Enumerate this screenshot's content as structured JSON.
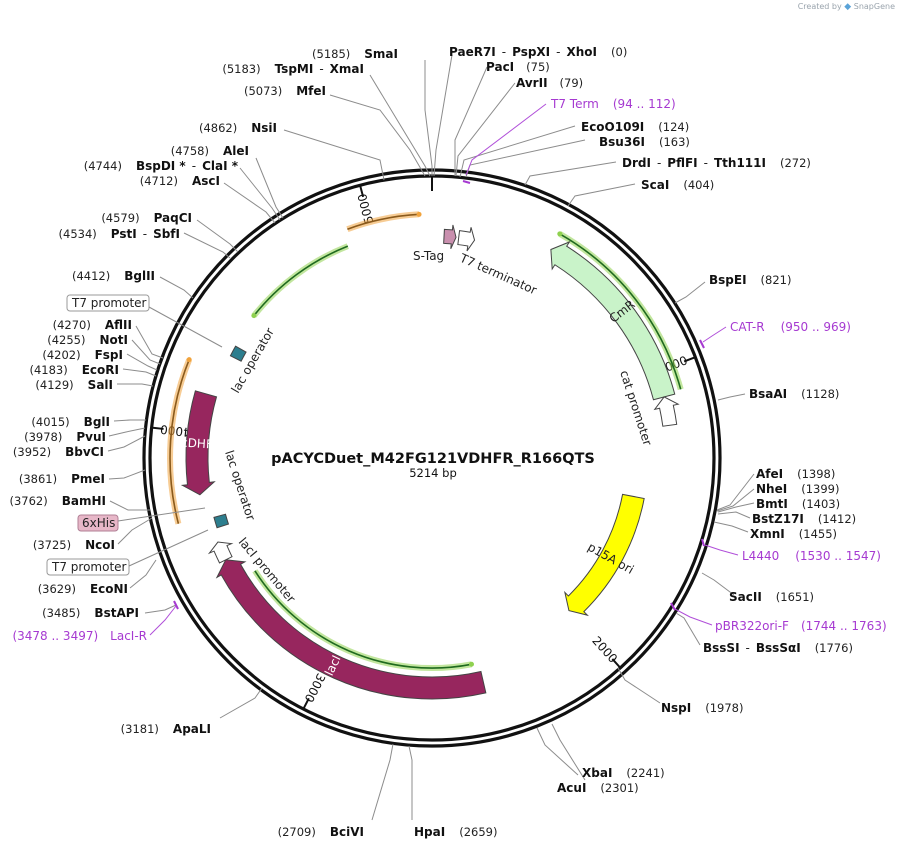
{
  "watermark": {
    "text": "Created by",
    "brand": "SnapGene"
  },
  "plasmid": {
    "name": "pACYCDuet_M42FG121VDHFR_R166QTS",
    "length_label": "5214 bp",
    "length": 5214
  },
  "ticks": [
    {
      "pos": 1000,
      "label": "1000"
    },
    {
      "pos": 2000,
      "label": "2000"
    },
    {
      "pos": 3000,
      "label": "3000"
    },
    {
      "pos": 4000,
      "label": "4000"
    },
    {
      "pos": 5000,
      "label": "5000"
    }
  ],
  "sites": [
    {
      "name": "PaeR7I",
      "pos": 0
    },
    {
      "name": "PspXI",
      "pos": 0
    },
    {
      "name": "XhoI",
      "pos": 0,
      "pos_label": "(0)"
    },
    {
      "name": "PacI",
      "pos": 75,
      "pos_label": "(75)"
    },
    {
      "name": "AvrII",
      "pos": 79,
      "pos_label": "(79)"
    },
    {
      "name": "EcoO109I",
      "pos": 124,
      "pos_label": "(124)"
    },
    {
      "name": "Bsu36I",
      "pos": 163,
      "pos_label": "(163)"
    },
    {
      "name": "DrdI",
      "pos": 272
    },
    {
      "name": "PflFI",
      "pos": 272
    },
    {
      "name": "Tth111I",
      "pos": 272,
      "pos_label": "(272)"
    },
    {
      "name": "ScaI",
      "pos": 404,
      "pos_label": "(404)"
    },
    {
      "name": "BspEI",
      "pos": 821,
      "pos_label": "(821)"
    },
    {
      "name": "BsaAI",
      "pos": 1128,
      "pos_label": "(1128)"
    },
    {
      "name": "AfeI",
      "pos": 1398,
      "pos_label": "(1398)"
    },
    {
      "name": "NheI",
      "pos": 1399,
      "pos_label": "(1399)"
    },
    {
      "name": "BmtI",
      "pos": 1403,
      "pos_label": "(1403)"
    },
    {
      "name": "BstZ17I",
      "pos": 1412,
      "pos_label": "(1412)"
    },
    {
      "name": "XmnI",
      "pos": 1455,
      "pos_label": "(1455)"
    },
    {
      "name": "SacII",
      "pos": 1651,
      "pos_label": "(1651)"
    },
    {
      "name": "BssSI",
      "pos": 1776
    },
    {
      "name": "BssSαI",
      "pos": 1776,
      "pos_label": "(1776)"
    },
    {
      "name": "NspI",
      "pos": 1978,
      "pos_label": "(1978)"
    },
    {
      "name": "XbaI",
      "pos": 2241,
      "pos_label": "(2241)"
    },
    {
      "name": "AcuI",
      "pos": 2301,
      "pos_label": "(2301)"
    },
    {
      "name": "HpaI",
      "pos": 2659,
      "pos_label": "(2659)"
    },
    {
      "name": "BciVI",
      "pos": 2709,
      "pos_label": "(2709)"
    },
    {
      "name": "ApaLI",
      "pos": 3181,
      "pos_label": "(3181)"
    },
    {
      "name": "BstAPI",
      "pos": 3485,
      "pos_label": "(3485)"
    },
    {
      "name": "EcoNI",
      "pos": 3629,
      "pos_label": "(3629)"
    },
    {
      "name": "NcoI",
      "pos": 3725,
      "pos_label": "(3725)"
    },
    {
      "name": "BamHI",
      "pos": 3762,
      "pos_label": "(3762)"
    },
    {
      "name": "PmeI",
      "pos": 3861,
      "pos_label": "(3861)"
    },
    {
      "name": "BbvCI",
      "pos": 3952,
      "pos_label": "(3952)"
    },
    {
      "name": "PvuI",
      "pos": 3978,
      "pos_label": "(3978)"
    },
    {
      "name": "BglI",
      "pos": 4015,
      "pos_label": "(4015)"
    },
    {
      "name": "SalI",
      "pos": 4129,
      "pos_label": "(4129)"
    },
    {
      "name": "EcoRI",
      "pos": 4183,
      "pos_label": "(4183)"
    },
    {
      "name": "FspI",
      "pos": 4202,
      "pos_label": "(4202)"
    },
    {
      "name": "NotI",
      "pos": 4255,
      "pos_label": "(4255)"
    },
    {
      "name": "AflII",
      "pos": 4270,
      "pos_label": "(4270)"
    },
    {
      "name": "BglII",
      "pos": 4412,
      "pos_label": "(4412)"
    },
    {
      "name": "PstI",
      "pos": 4534,
      "pos_label": "(4534)"
    },
    {
      "name": "SbfI",
      "pos": 4534
    },
    {
      "name": "PaqCI",
      "pos": 4579,
      "pos_label": "(4579)"
    },
    {
      "name": "AscI",
      "pos": 4712,
      "pos_label": "(4712)"
    },
    {
      "name": "BspDI *",
      "pos": 4744,
      "pos_label": "(4744)"
    },
    {
      "name": "ClaI *",
      "pos": 4744
    },
    {
      "name": "AleI",
      "pos": 4758,
      "pos_label": "(4758)"
    },
    {
      "name": "NsiI",
      "pos": 4862,
      "pos_label": "(4862)"
    },
    {
      "name": "MfeI",
      "pos": 5073,
      "pos_label": "(5073)"
    },
    {
      "name": "TspMI",
      "pos": 5183,
      "pos_label": "(5183)"
    },
    {
      "name": "XmaI",
      "pos": 5183
    },
    {
      "name": "SmaI",
      "pos": 5185,
      "pos_label": "(5185)"
    }
  ],
  "primers": [
    {
      "name": "T7 Term",
      "range": "(94 .. 112)"
    },
    {
      "name": "CAT-R",
      "range": "(950 .. 969)"
    },
    {
      "name": "L4440",
      "range": "(1530 .. 1547)"
    },
    {
      "name": "pBR322ori-F",
      "range": "(1744 .. 1763)"
    },
    {
      "name": "LacI-R",
      "range": "(3478 .. 3497)"
    }
  ],
  "features": [
    {
      "name": "S-Tag",
      "start": 45,
      "end": 90,
      "color": "#c98fae",
      "type": "arrow"
    },
    {
      "name": "T7 terminator",
      "start": 100,
      "end": 160,
      "color": "#ffffff",
      "type": "arrow"
    },
    {
      "name": "CmR",
      "start": 430,
      "end": 1090,
      "color": "#c9f3c9",
      "type": "arrow",
      "label": "CmR"
    },
    {
      "name": "cat promoter",
      "start": 1090,
      "end": 1190,
      "color": "#ffffff",
      "type": "arrow"
    },
    {
      "name": "p15A ori",
      "start": 1460,
      "end": 2000,
      "color": "#ffff00",
      "type": "arrow",
      "label": "p15A ori"
    },
    {
      "name": "lacI",
      "start": 2420,
      "end": 3530,
      "color": "#97265e",
      "type": "arrow",
      "label": "lacI"
    },
    {
      "name": "lacI promoter",
      "start": 3530,
      "end": 3600,
      "color": "#ffffff",
      "type": "arrow"
    },
    {
      "name": "lac operator",
      "start": 3650,
      "end": 3690,
      "color": "#2d7e8e",
      "type": "box"
    },
    {
      "name": "ecDHFR",
      "start": 3780,
      "end": 4140,
      "color": "#97265e",
      "type": "arrow",
      "label": "ecDHFR"
    },
    {
      "name": "lac operator",
      "start": 4300,
      "end": 4340,
      "color": "#2d7e8e",
      "type": "box"
    }
  ],
  "feature_labels": {
    "s_tag": "S-Tag",
    "t7_terminator": "T7 terminator",
    "cat_promoter": "cat promoter",
    "lac_operator_top": "lac operator",
    "lac_operator_mid": "lac operator",
    "laci_promoter": "lacI promoter",
    "t7_promoter_1": "T7 promoter",
    "t7_promoter_2": "T7 promoter",
    "his_tag": "6xHis"
  },
  "colors": {
    "backbone": "#111111",
    "site_text": "#111111",
    "primer": "#a63ad1",
    "orf_orange": "#f1a33c",
    "orf_green": "#8fd14f",
    "his_tag_fill": "#e7b7c8"
  }
}
